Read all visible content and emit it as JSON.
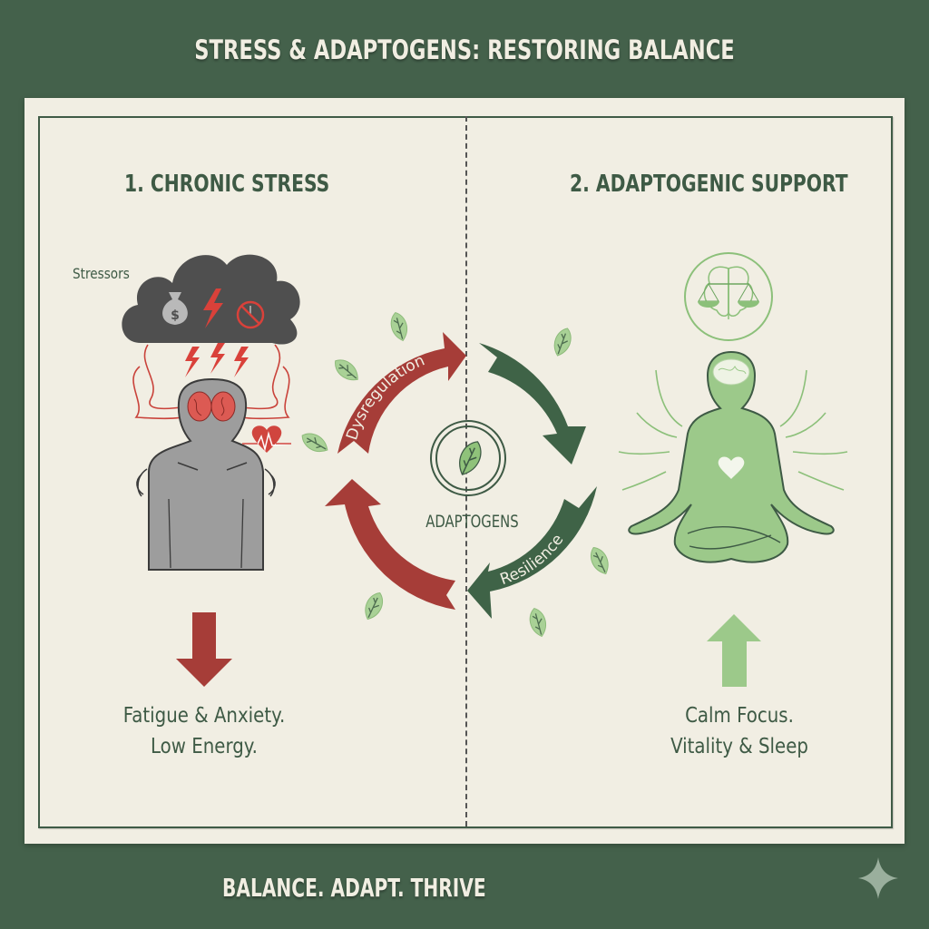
{
  "title": "STRESS & ADAPTOGENS: RESTORING BALANCE",
  "footer": "BALANCE. ADAPT. THRIVE",
  "left_panel": {
    "heading": "1. CHRONIC STRESS",
    "stressors_label": "Stressors",
    "stressor_icons": [
      "money-bag-icon",
      "lightning-icon",
      "no-clock-icon"
    ],
    "outcome_arrow": "down",
    "caption_line1": "Fatigue & Anxiety.",
    "caption_line2": "Low Energy."
  },
  "right_panel": {
    "heading": "2. ADAPTOGENIC SUPPORT",
    "emblem_icon": "brain-balance-scale-icon",
    "outcome_arrow": "up",
    "caption_line1": "Calm Focus.",
    "caption_line2": "Vitality & Sleep"
  },
  "cycle": {
    "center_label": "ADAPTOGENS",
    "center_icon": "leaf-icon",
    "red_arc_label": "Dysregulation",
    "green_arc_label": "Resilience"
  },
  "colors": {
    "background": "#44614b",
    "panel": "#f1eee3",
    "dark_green": "#3e5a45",
    "arrow_red": "#a63d38",
    "arrow_green": "#3f6347",
    "light_green": "#9fc58c",
    "stress_red": "#d9413a",
    "figure_gray": "#9d9d9d",
    "cloud_gray": "#4f4f4f"
  }
}
